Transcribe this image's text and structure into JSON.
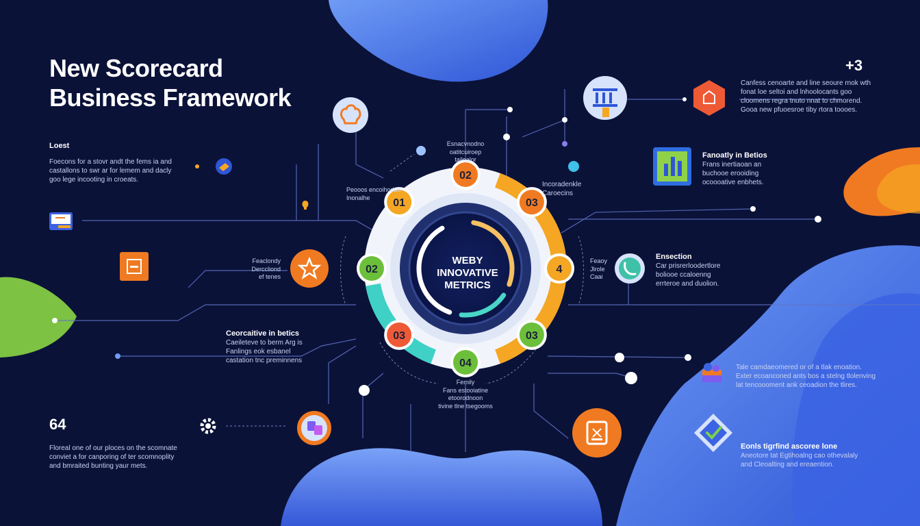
{
  "title": {
    "line1": "New Scorecard",
    "line2": "Business Framework"
  },
  "top_right_number": "+3",
  "bottom_left_number": "64",
  "center_label": [
    "WEBY",
    "INNOVATIVE",
    "METRICS"
  ],
  "segments": [
    {
      "label": "01",
      "color": "#f5a623"
    },
    {
      "label": "02",
      "color": "#f07a21"
    },
    {
      "label": "03",
      "color": "#f07a21"
    },
    {
      "label": "4",
      "color": "#f5a623"
    },
    {
      "label": "03",
      "color": "#6cbf3a"
    },
    {
      "label": "04",
      "color": "#6cbf3a"
    },
    {
      "label": "03",
      "color": "#ef5a36"
    },
    {
      "label": "02",
      "color": "#6cbf3a"
    }
  ],
  "text_blocks": {
    "left_top": {
      "heading": "Loest",
      "lines": [
        "Foecons for a stovr andt the fems ia and",
        "castallons to swr ar for lemem and dacly",
        "goo lege incooting in croeats."
      ]
    },
    "left_bottom": {
      "lines": [
        "Floreal one of our ploces on the scomnate",
        "conviet a for canporing of ter scomnoplity",
        "and bmraited bunting yaur mets."
      ]
    },
    "top_right": {
      "lines": [
        "Canfess cenoarte and line seoure rnok wth",
        "fonat loe seltoi and lnhoolocants goo",
        "cloomens regra tnuto nnat to chmorend.",
        "Gooa new pfuoesroe tiby rtora toooes."
      ]
    },
    "right_mid": {
      "heading": "Fanoatly in Betios",
      "lines": [
        "Frans inertiaoan an",
        "buchooe erooiding",
        "ocoooative enbhets."
      ]
    },
    "right_exec": {
      "heading": "Ensection",
      "lines": [
        "Car prisrerloodertlore",
        "boliooe ccaloenng",
        "errteroe and duolion."
      ]
    },
    "right_lower": {
      "lines": [
        "Tale camdaeomered or of a tlak enoation.",
        "Exter ecoanconed ants bos a stelng tlolenving",
        "lat tencoooment ank ceoadion the tlires."
      ]
    },
    "right_bottom": {
      "heading": "Eonls tigrfind ascoree lone",
      "lines": [
        "Aneotore tat Egtihoalng cao othevalaly",
        "and Cleoalting and ereaention."
      ]
    },
    "mid_left": {
      "heading": "Ceorcaitive in betics",
      "lines": [
        "Caeileteve to berm Arg is",
        "Fanlings eok esbanel",
        "castation tnc preminnens"
      ]
    },
    "label_top": {
      "lines": [
        "Esnacvnodno",
        "oatitcuiroep",
        "tailoalor"
      ]
    },
    "label_left_top": {
      "lines": [
        "Peooos encoihoduo",
        "Inonalhe"
      ]
    },
    "label_right_top": {
      "lines": [
        "Incoradenkle",
        "Caroecins"
      ]
    },
    "label_left_mid": {
      "lines": [
        "Feaclondy",
        "Derccliond",
        "ef tenes"
      ]
    },
    "label_right_mid": {
      "lines": [
        "Feaoy",
        "Jlrole",
        "Caai"
      ]
    },
    "label_bottom": {
      "lines": [
        "Femily",
        "Fans estooiatine",
        "etoorodnoon",
        "tivine tlne tsegooms"
      ]
    }
  },
  "icons": {
    "chef": "chef-hat-icon",
    "bank": "bank-icon",
    "cubes": "cubes-icon",
    "chart": "bar-chart-icon",
    "phone": "phone-icon",
    "ticket": "ticket-icon",
    "team": "team-icon",
    "gear": "gear-icon",
    "shield": "shield-check-icon",
    "check": "checkmark-icon",
    "star": "star-icon",
    "minus": "minus-square-icon",
    "card": "card-icon",
    "globe": "globe-icon",
    "folder": "folder-icon",
    "bulb": "lightbulb-icon",
    "calendar": "calendar-icon"
  },
  "colors": {
    "background": "#0b1238",
    "orange": "#f07a21",
    "amber": "#f5a623",
    "green": "#6cbf3a",
    "teal": "#3fd1c5",
    "blue": "#3f6fe0",
    "ink": "#0e1a4e"
  }
}
